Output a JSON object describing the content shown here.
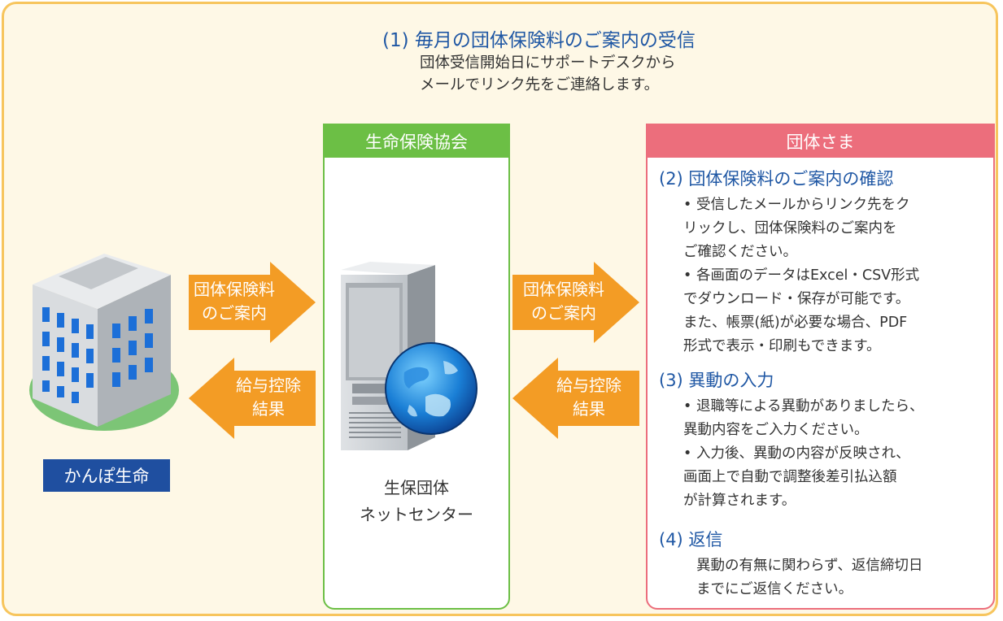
{
  "step1": {
    "title": "(1) 毎月の団体保険料のご案内の受信",
    "body_line1": "団体受信開始日にサポートデスクから",
    "body_line2": "メールでリンク先をご連絡します。"
  },
  "company": {
    "label": "かんぽ生命"
  },
  "center": {
    "header": "生命保険協会",
    "caption_line1": "生保団体",
    "caption_line2": "ネットセンター"
  },
  "arrows": {
    "right_line1": "団体保険料",
    "right_line2": "のご案内",
    "left_line1": "給与控除",
    "left_line2": "結果"
  },
  "right": {
    "header": "団体さま",
    "step2": {
      "title": "(2) 団体保険料のご案内の確認",
      "b1_l1": "受信したメールからリンク先をク",
      "b1_l2": "リックし、団体保険料のご案内を",
      "b1_l3": "ご確認ください。",
      "b2_l1": "各画面のデータはExcel・CSV形式",
      "b2_l2": "でダウンロード・保存が可能です。",
      "b2_l3": "また、帳票(紙)が必要な場合、PDF",
      "b2_l4": "形式で表示・印刷もできます。"
    },
    "step3": {
      "title": "(3) 異動の入力",
      "b1_l1": "退職等による異動がありましたら、",
      "b1_l2": "異動内容をご入力ください。",
      "b2_l1": "入力後、異動の内容が反映され、",
      "b2_l2": "画面上で自動で調整後差引払込額",
      "b2_l3": "が計算されます。"
    },
    "step4": {
      "title": "(4) 返信",
      "body_l1": "異動の有無に関わらず、返信締切日",
      "body_l2": "までにご返信ください。"
    }
  },
  "colors": {
    "frame_bg": "#fef8e6",
    "frame_border": "#f7c55d",
    "title_blue": "#1f57a4",
    "green": "#6cbf45",
    "pink": "#ec6e7c",
    "orange": "#f39c25",
    "navy": "#1f4fa0"
  },
  "icons": {
    "building": "office-building-icon",
    "server": "server-icon",
    "globe": "globe-icon"
  }
}
